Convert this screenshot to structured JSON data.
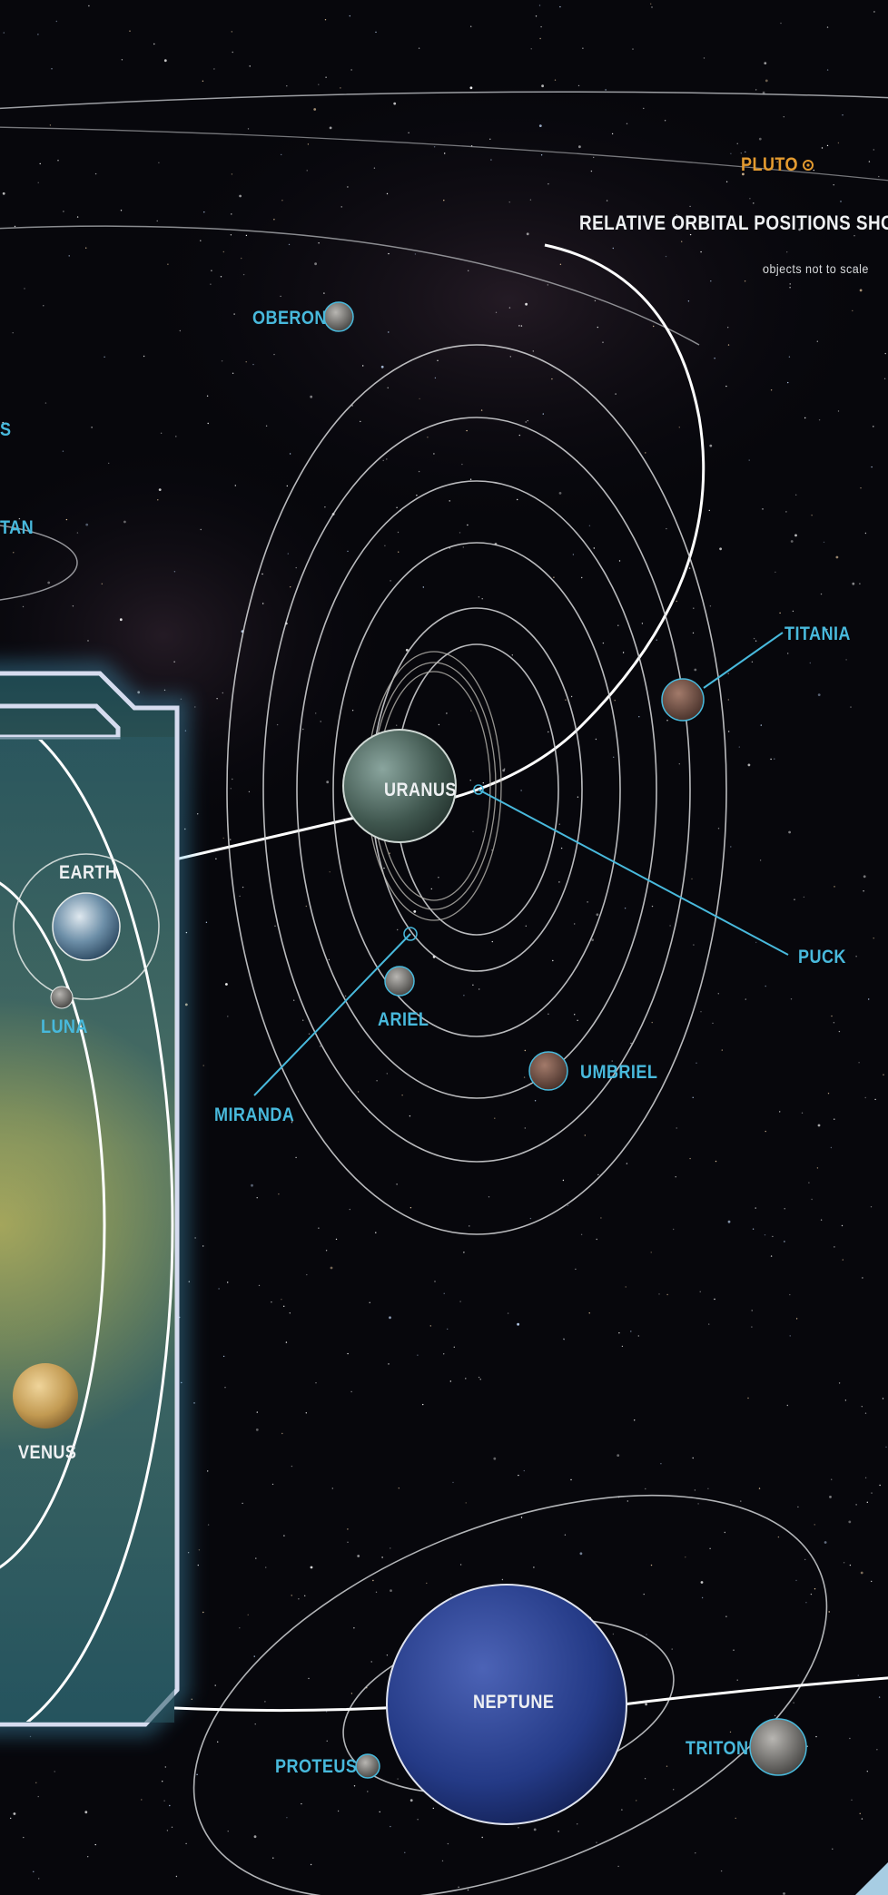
{
  "header": {
    "pluto": "PLUTO",
    "title": "RELATIVE ORBITAL POSITIONS SHOWN",
    "subtitle": "objects not to scale"
  },
  "labels": {
    "oberon": "OBERON",
    "saturn_partial": "S",
    "titan_partial": "TAN",
    "titania": "TITANIA",
    "uranus": "URANUS",
    "puck": "PUCK",
    "earth": "EARTH",
    "luna": "LUNA",
    "ariel": "ARIEL",
    "umbriel": "UMBRIEL",
    "miranda": "MIRANDA",
    "venus": "VENUS",
    "neptune": "NEPTUNE",
    "proteus": "PROTEUS",
    "triton": "TRITON"
  },
  "colors": {
    "background": "#07070c",
    "moon_label": "#48b9dc",
    "planet_label": "#eef0f2",
    "pluto_label": "#e39a2f",
    "panel_border": "#d6dcef",
    "panel_glow": "#4fb3dc",
    "leader_line": "#48b9dc"
  }
}
